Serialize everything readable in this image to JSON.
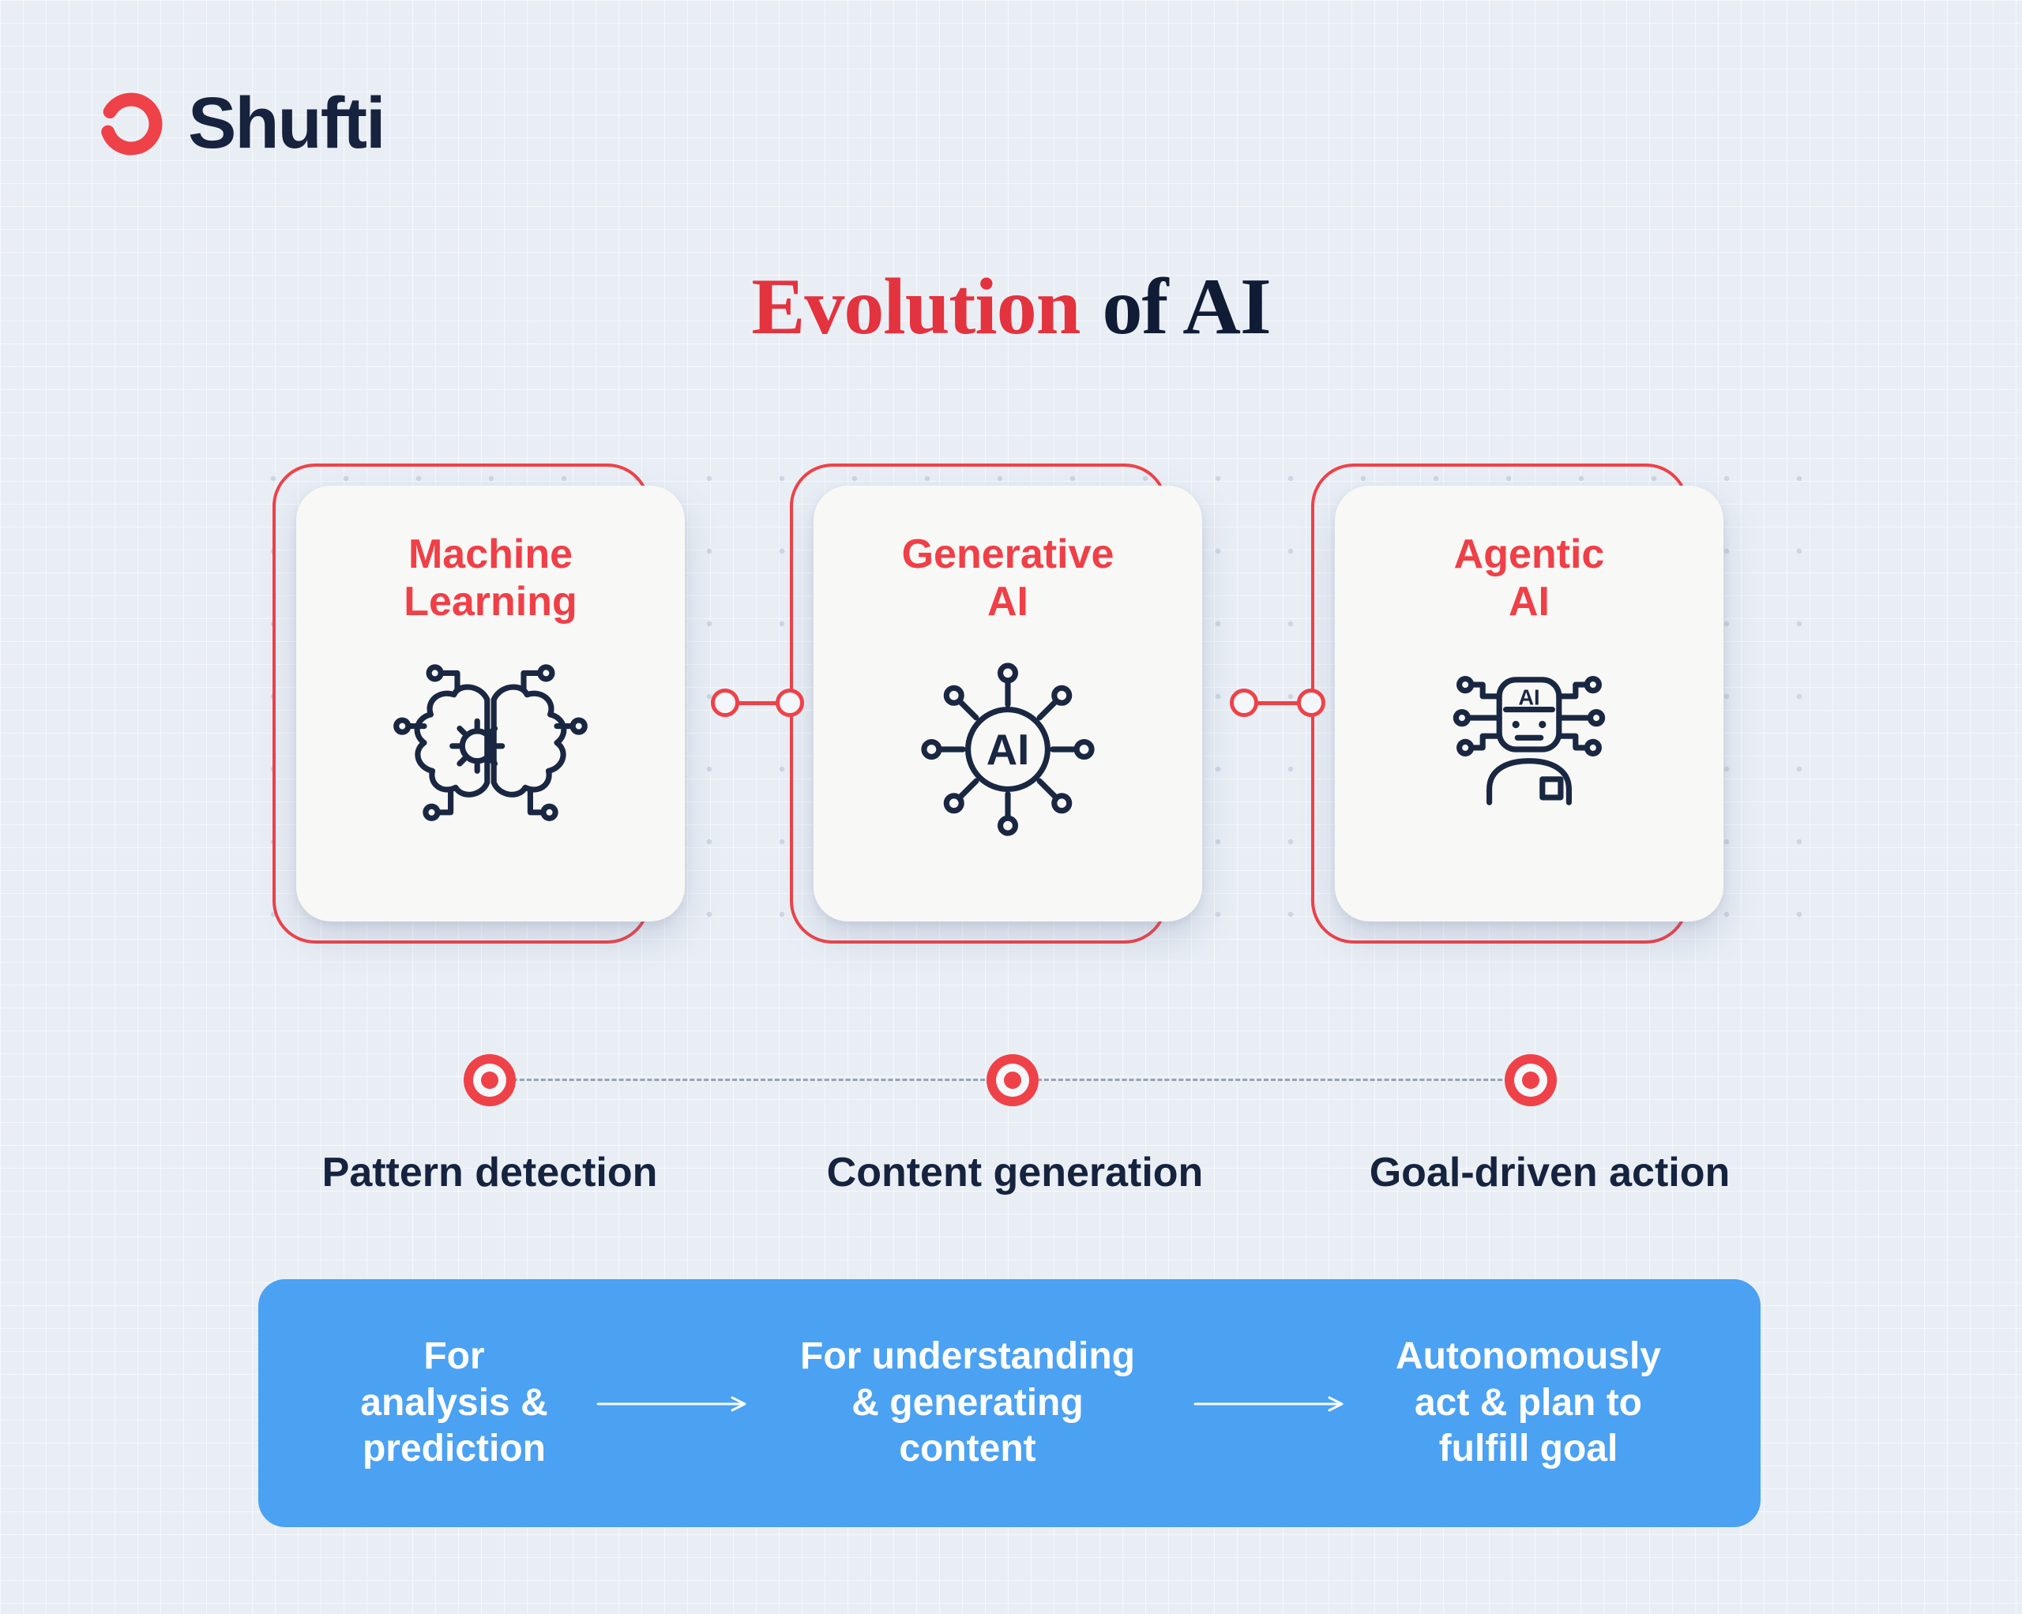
{
  "brand": {
    "name": "Shufti"
  },
  "title": {
    "accent": "Evolution",
    "rest": "of AI"
  },
  "colors": {
    "accent_red": "#ee4248",
    "navy": "#15233f",
    "panel_blue": "#4ba1f2",
    "background": "#e9eef5",
    "card_background": "#f8f8f6"
  },
  "stages": [
    {
      "card_title": [
        "Machine",
        "Learning"
      ],
      "icon": "machine-learning-brain-icon",
      "timeline_label": "Pattern detection",
      "description": [
        "For",
        "analysis &",
        "prediction"
      ]
    },
    {
      "card_title": [
        "Generative",
        "AI"
      ],
      "icon": "generative-ai-network-icon",
      "icon_label": "AI",
      "timeline_label": "Content generation",
      "description": [
        "For understanding",
        "& generating",
        "content"
      ]
    },
    {
      "card_title": [
        "Agentic",
        "AI"
      ],
      "icon": "agentic-ai-robot-icon",
      "icon_label": "AI",
      "timeline_label": "Goal-driven action",
      "description": [
        "Autonomously",
        "act & plan to",
        "fulfill goal"
      ]
    }
  ]
}
